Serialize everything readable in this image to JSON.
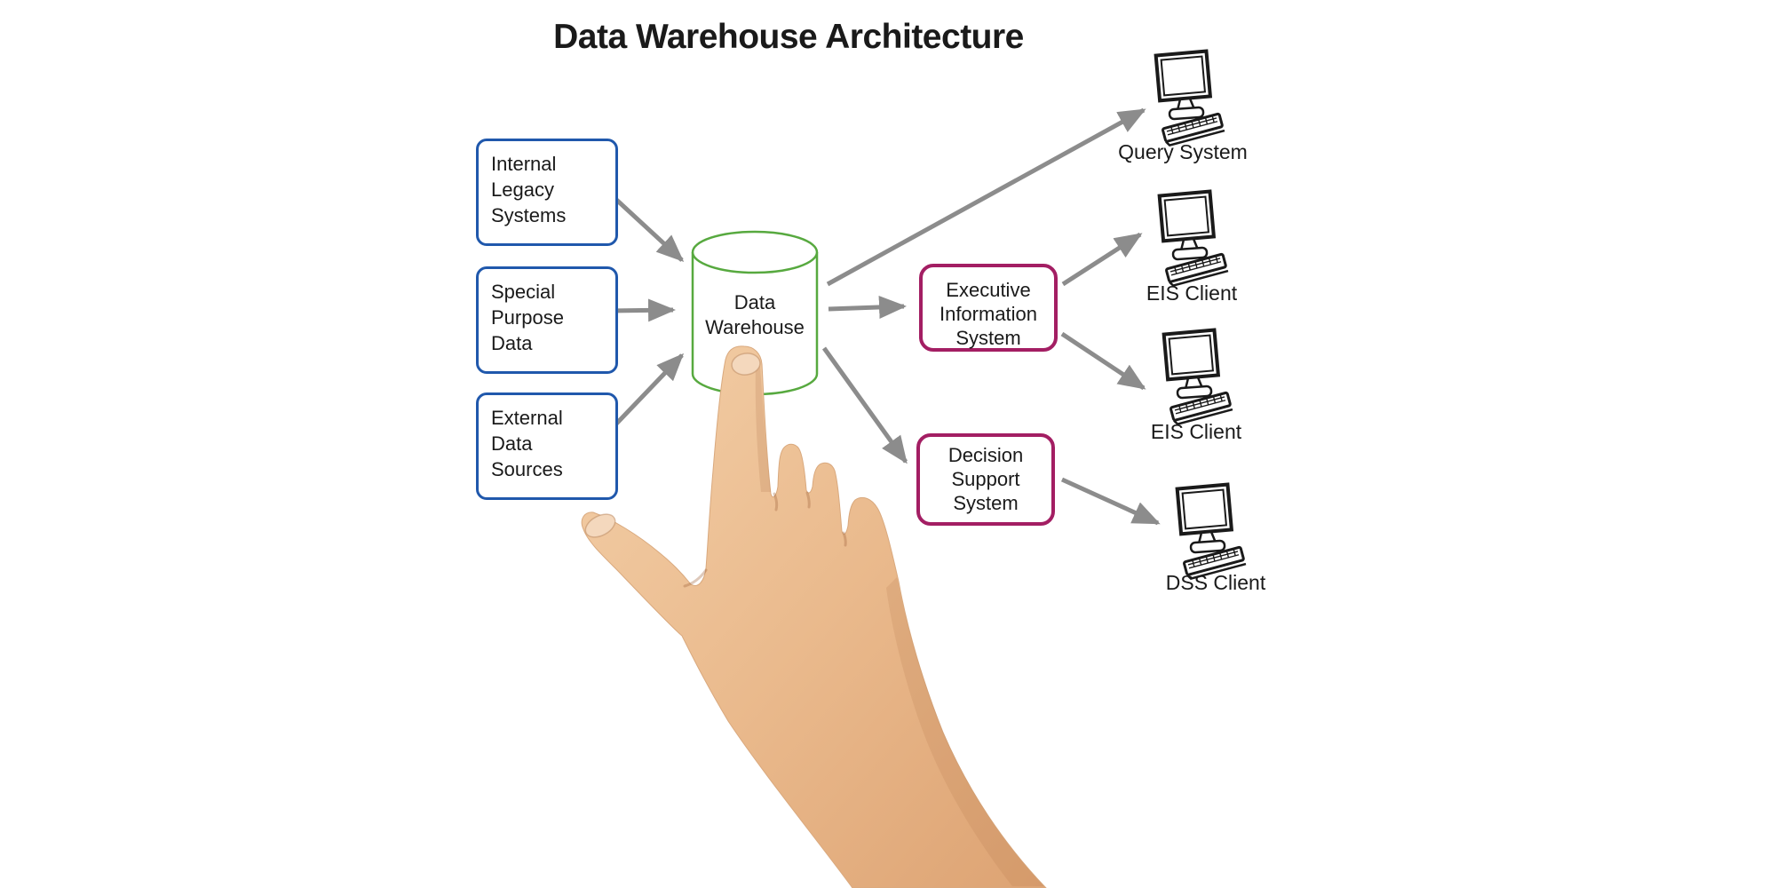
{
  "title": "Data Warehouse Architecture",
  "sources": [
    {
      "lines": [
        "Internal",
        "Legacy",
        "Systems"
      ]
    },
    {
      "lines": [
        "Special",
        "Purpose",
        "Data"
      ]
    },
    {
      "lines": [
        "External",
        "Data",
        "Sources"
      ]
    }
  ],
  "warehouse": {
    "lines": [
      "Data",
      "Warehouse"
    ]
  },
  "systems": [
    {
      "lines": [
        "Executive",
        "Information",
        "System"
      ]
    },
    {
      "lines": [
        "Decision",
        "Support",
        "System"
      ]
    }
  ],
  "clients": [
    {
      "label": "Query System"
    },
    {
      "label": "EIS Client"
    },
    {
      "label": "EIS Client"
    },
    {
      "label": "DSS Client"
    }
  ],
  "colors": {
    "source_border": "#2058ac",
    "system_border": "#a31e63",
    "warehouse_border": "#57a93f",
    "arrow": "#8c8c8c",
    "text": "#1a1a1a"
  }
}
